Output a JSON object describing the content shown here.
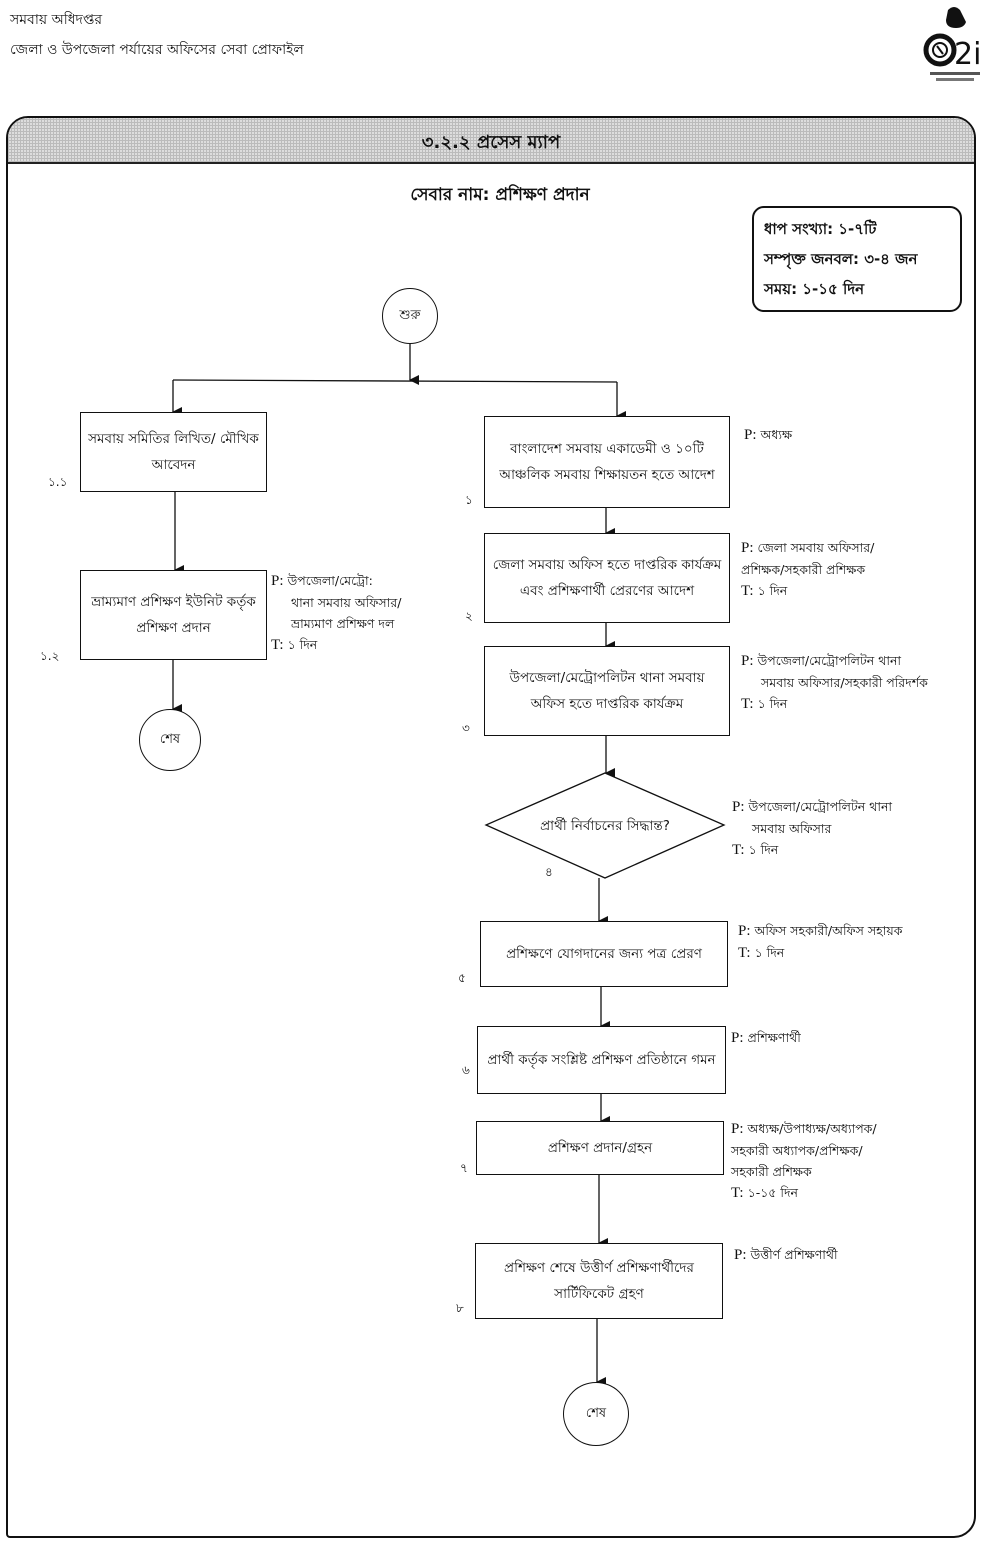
{
  "header": {
    "department": "সমবায় অধিদপ্তর",
    "subtitle": "জেলা ও উপজেলা পর্যায়ের অফিসের সেবা প্রোফাইল",
    "logo_text": "a2i"
  },
  "section_title": "৩.২.২ প্রসেস ম্যাপ",
  "service_name": "সেবার নাম: প্রশিক্ষণ প্রদান",
  "summary": {
    "steps": "ধাপ সংখ্যা: ১-৭টি",
    "manpower": "সম্পৃক্ত জনবল: ৩-৪ জন",
    "time": "সময়: ১-১৫ দিন"
  },
  "start_label": "শুরু",
  "end_label": "শেষ",
  "left_branch": [
    {
      "num": "১.১",
      "text": "সমবায় সমিতির লিখিত/ মৌখিক আবেদন"
    },
    {
      "num": "১.২",
      "text": "ভ্রাম্যমাণ প্রশিক্ষণ ইউনিট কর্তৃক প্রশিক্ষণ প্রদান",
      "p_label": "P:",
      "p_lines": [
        "উপজেলা/মেট্রো:",
        "থানা সমবায় অফিসার/",
        "ভ্রাম্যমাণ প্রশিক্ষণ দল"
      ],
      "t_label": "T:",
      "t_value": "১ দিন"
    }
  ],
  "steps": [
    {
      "num": "১",
      "text": "বাংলাদেশ সমবায় একাডেমী ও ১০টি আঞ্চলিক সমবায় শিক্ষায়তন হতে আদেশ",
      "p_label": "P:",
      "p_lines": [
        "অধ্যক্ষ"
      ]
    },
    {
      "num": "২",
      "text": "জেলা সমবায় অফিস হতে দাপ্তরিক কার্যক্রম এবং প্রশিক্ষণার্থী প্রেরণের আদেশ",
      "p_label": "P:",
      "p_lines": [
        "জেলা সমবায় অফিসার/",
        "প্রশিক্ষক/সহকারী প্রশিক্ষক"
      ],
      "t_label": "T:",
      "t_value": "১ দিন"
    },
    {
      "num": "৩",
      "text": "উপজেলা/মেট্রোপলিটন থানা সমবায় অফিস হতে দাপ্তরিক কার্যক্রম",
      "p_label": "P:",
      "p_lines": [
        "উপজেলা/মেট্রোপলিটন থানা",
        "সমবায় অফিসার/সহকারী পরিদর্শক"
      ],
      "t_label": "T:",
      "t_value": "১ দিন"
    },
    {
      "num": "৪",
      "text": "প্রার্থী নির্বাচনের সিদ্ধান্ত?",
      "type": "decision",
      "p_label": "P:",
      "p_lines": [
        "উপজেলা/মেট্রোপলিটন থানা",
        "সমবায় অফিসার"
      ],
      "t_label": "T:",
      "t_value": "১ দিন"
    },
    {
      "num": "৫",
      "text": "প্রশিক্ষণে যোগদানের জন্য পত্র প্রেরণ",
      "p_label": "P:",
      "p_lines": [
        "অফিস সহকারী/অফিস সহায়ক"
      ],
      "t_label": "T:",
      "t_value": "১ দিন"
    },
    {
      "num": "৬",
      "text": "প্রার্থী কর্তৃক সংশ্লিষ্ট প্রশিক্ষণ প্রতিষ্ঠানে গমন",
      "p_label": "P:",
      "p_lines": [
        "প্রশিক্ষণার্থী"
      ]
    },
    {
      "num": "৭",
      "text": "প্রশিক্ষণ প্রদান/গ্রহন",
      "p_label": "P:",
      "p_lines": [
        "অধ্যক্ষ/উপাধ্যক্ষ/অধ্যাপক/",
        "সহকারী অধ্যাপক/প্রশিক্ষক/",
        "সহকারী প্রশিক্ষক"
      ],
      "t_label": "T:",
      "t_value": "১-১৫ দিন"
    },
    {
      "num": "৮",
      "text": "প্রশিক্ষণ শেষে উত্তীর্ণ প্রশিক্ষণার্থীদের সার্টিফিকেট গ্রহণ",
      "p_label": "P:",
      "p_lines": [
        "উত্তীর্ণ প্রশিক্ষণার্থী"
      ]
    }
  ]
}
